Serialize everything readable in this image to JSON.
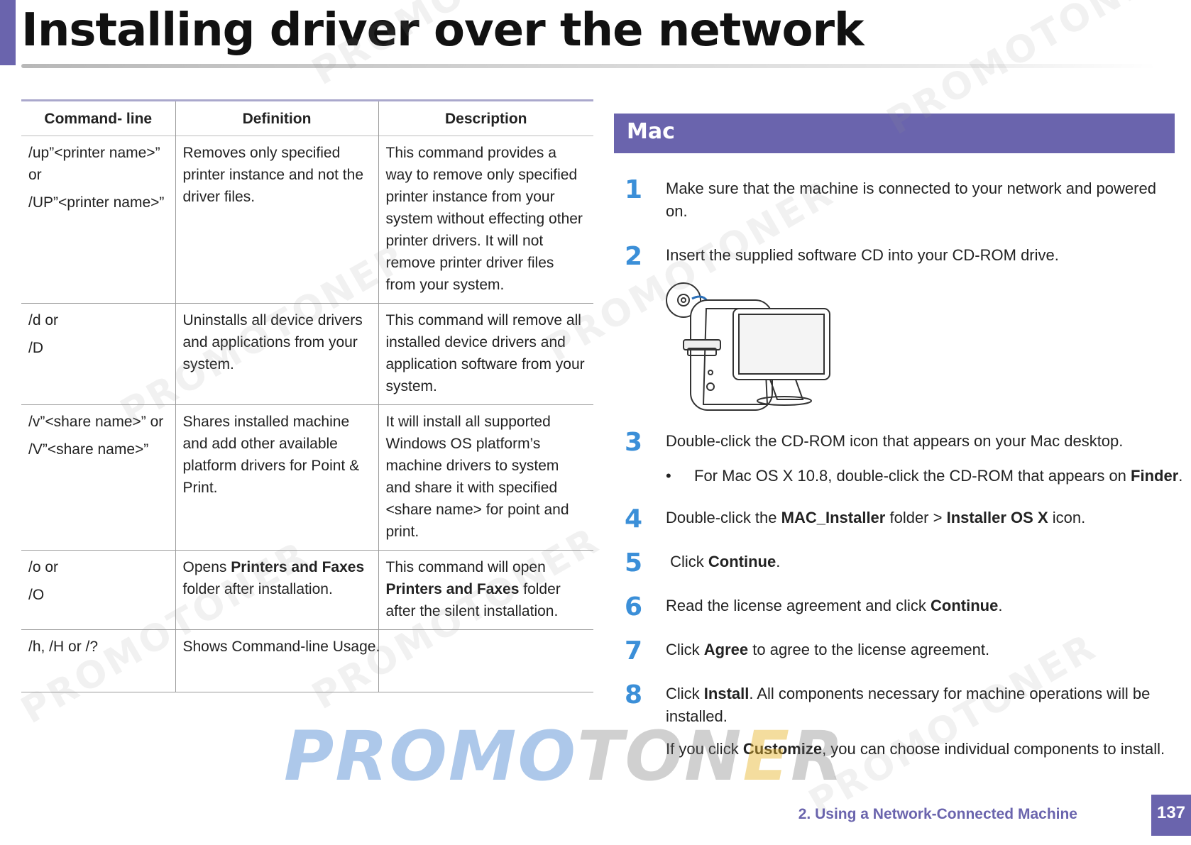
{
  "page": {
    "title": "Installing driver over the network",
    "page_number": "137",
    "footer_section": "2.  Using a Network-Connected Machine"
  },
  "table": {
    "headers": [
      "Command- line",
      "Definition",
      "Description"
    ],
    "rows": [
      {
        "command": [
          "/up”<printer name>” or",
          "/UP”<printer name>”"
        ],
        "definition": "Removes only specified printer instance and not the driver files.",
        "description": "This command provides a way to remove only specified printer instance from your system without effecting other printer drivers. It will not remove printer driver files from your system."
      },
      {
        "command": [
          "/d or",
          "/D"
        ],
        "definition": "Uninstalls all device drivers and applications from your system.",
        "description": "This command will remove all installed device drivers and application software from your system."
      },
      {
        "command": [
          "/v”<share name>” or",
          "/V”<share name>”"
        ],
        "definition": "Shares installed machine and add other available platform drivers for Point & Print.",
        "description": "It will install all supported Windows OS platform’s machine drivers to system and share it with specified <share name> for point and print."
      },
      {
        "command": [
          "/o or",
          "/O"
        ],
        "definition_pre": "Opens ",
        "definition_bold": "Printers and Faxes",
        "definition_post": " folder after installation.",
        "description_pre": "This command will open ",
        "description_bold": "Printers and Faxes",
        "description_post": " folder after the silent installation."
      },
      {
        "command": [
          "/h, /H or /?"
        ],
        "definition": "Shows Command-line Usage.",
        "description": ""
      }
    ]
  },
  "mac": {
    "heading": "Mac",
    "steps": [
      {
        "num": "1",
        "text": "Make sure that the machine is connected to your network and powered on."
      },
      {
        "num": "2",
        "text": "Insert the supplied software CD into your CD-ROM drive."
      },
      {
        "num": "3",
        "text": "Double-click the CD-ROM icon that appears on your Mac desktop."
      },
      {
        "num": "4",
        "pre": "Double-click the ",
        "b1": "MAC_Installer",
        "mid": " folder > ",
        "b2": "Installer OS X",
        "post": " icon."
      },
      {
        "num": "5",
        "pre": " Click ",
        "b1": "Continue",
        "post": "."
      },
      {
        "num": "6",
        "pre": "Read the license agreement and click ",
        "b1": "Continue",
        "post": "."
      },
      {
        "num": "7",
        "pre": "Click ",
        "b1": "Agree",
        "post": " to agree to the license agreement."
      },
      {
        "num": "8",
        "pre": "Click ",
        "b1": "Install",
        "post": ". All components necessary for machine operations will be installed."
      }
    ],
    "bullet": {
      "symbol": "•",
      "pre": "For Mac OS X 10.8, double-click the CD-ROM that appears on ",
      "b1": "Finder",
      "post": "."
    },
    "note": {
      "pre": "If you click ",
      "b1": "Customize",
      "post": ", you can choose individual components to install."
    }
  },
  "watermark": {
    "small": "PROMOTONER",
    "big_a": "PROMO",
    "big_b": "TON",
    "big_c": "E",
    "big_d": "R"
  }
}
